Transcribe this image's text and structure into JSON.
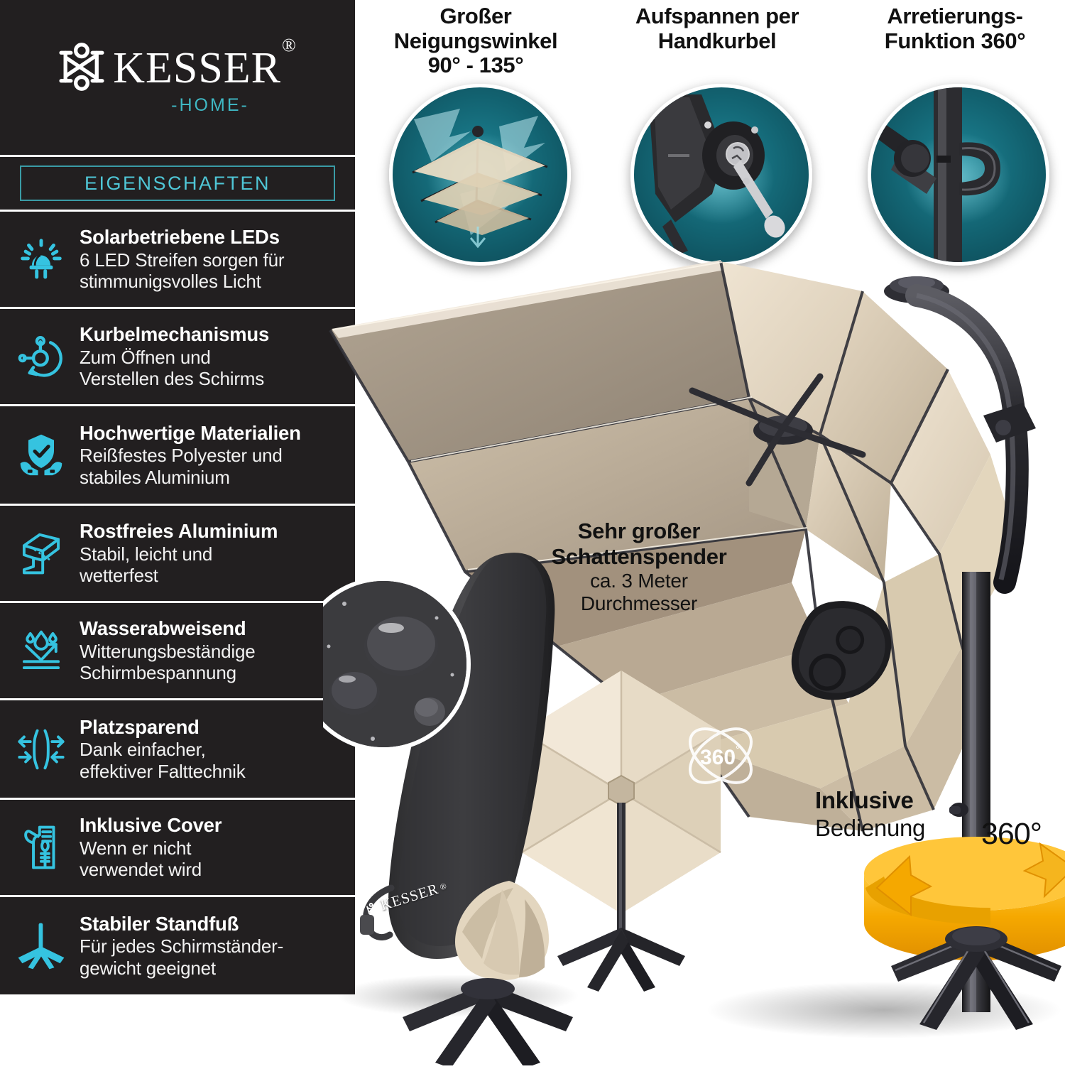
{
  "brand": {
    "name": "KESSER",
    "registered": "®",
    "sub": "-HOME-",
    "logo_icon": "kesser-monogram-icon"
  },
  "sidebar": {
    "section_title": "EIGENSCHAFTEN",
    "features": [
      {
        "icon": "led-bulb-icon",
        "title": "Solarbetriebene LEDs",
        "body_lines": [
          "6 LED Streifen sorgen für",
          "stimmunigsvolles Licht"
        ]
      },
      {
        "icon": "crank-handle-icon",
        "title": "Kurbelmechanismus",
        "body_lines": [
          "Zum Öffnen und",
          "Verstellen des Schirms"
        ]
      },
      {
        "icon": "shield-hands-icon",
        "title": "Hochwertige Materialien",
        "body_lines": [
          "Reißfestes Polyester und",
          "stabiles Aluminium"
        ]
      },
      {
        "icon": "aluminium-beam-icon",
        "title": "Rostfreies Aluminium",
        "body_lines": [
          "Stabil, leicht und",
          "wetterfest"
        ]
      },
      {
        "icon": "water-repellent-icon",
        "title": "Wasserabweisend",
        "body_lines": [
          "Witterungsbeständige",
          "Schirmbespannung"
        ]
      },
      {
        "icon": "space-saving-arrows-icon",
        "title": "Platzsparend",
        "body_lines": [
          "Dank einfacher,",
          "effektiver Falttechnik"
        ]
      },
      {
        "icon": "cover-zipper-icon",
        "title": "Inklusive Cover",
        "body_lines": [
          "Wenn er nicht",
          "verwendet wird"
        ]
      },
      {
        "icon": "cross-base-icon",
        "title": "Stabiler Standfuß",
        "body_lines": [
          "Für jedes Schirmständer-",
          "gewicht geeignet"
        ]
      }
    ]
  },
  "callouts": [
    {
      "icon": "tilt-angle-photo",
      "lines": [
        "Großer",
        "Neigungswinkel",
        "90° - 135°"
      ]
    },
    {
      "icon": "hand-crank-photo",
      "lines": [
        "Aufspannen per",
        "Handkurbel"
      ]
    },
    {
      "icon": "locking-handle-photo",
      "lines": [
        "Arretierungs-",
        "Funktion 360°"
      ]
    }
  ],
  "annotations": {
    "shade": {
      "line1": "Sehr großer",
      "line2": "Schattenspender",
      "line3": "ca. 3 Meter",
      "line4": "Durchmesser"
    },
    "operation": {
      "line1": "Inklusive",
      "line2": "Bedienung"
    },
    "rotation_degrees": "360°",
    "canopy_badge": "360",
    "canopy_badge_unit": "°",
    "cover_brand": "KESSER",
    "cover_brand_reg": "®"
  },
  "colors": {
    "panel_bg": "#221f20",
    "accent_cyan": "#35c3e0",
    "accent_teal_border": "#3a9ba5",
    "sub_teal": "#3fb8c4",
    "circle_teal": "#12616f",
    "canopy_light": "#efe3cf",
    "canopy_mid": "#ded0b6",
    "canopy_shade": "#a89a89",
    "frame_dark": "#2e2e30",
    "rotation_orange": "#f5a800",
    "white": "#ffffff"
  }
}
